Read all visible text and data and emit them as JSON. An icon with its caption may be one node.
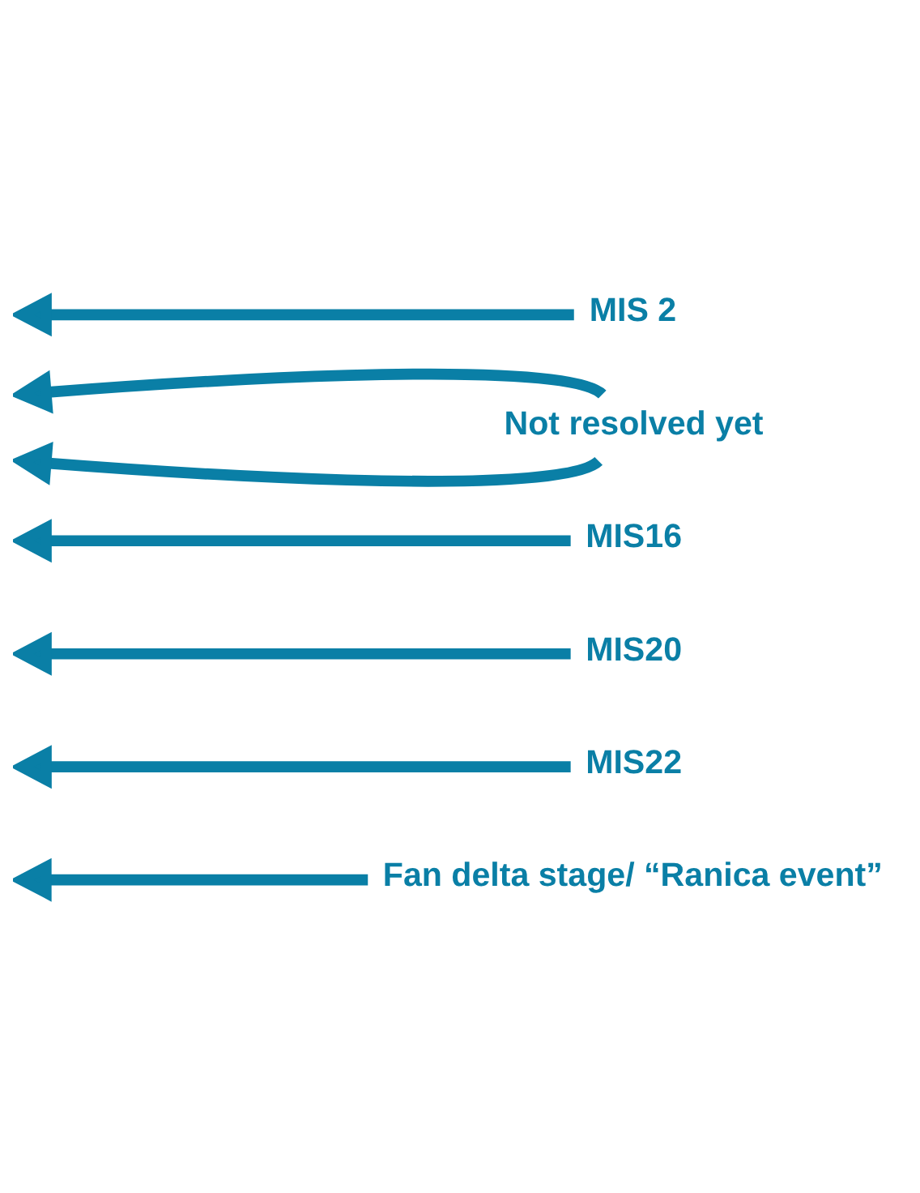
{
  "diagram": {
    "nodes": [
      {
        "text": [
          "MIS 2"
        ]
      },
      {
        "text": [
          "Not resolved yet"
        ]
      },
      {
        "text": [
          "MIS16"
        ]
      },
      {
        "text": [
          "MIS20"
        ]
      },
      {
        "text": [
          "MIS22"
        ]
      },
      {
        "text": [
          "Fan delta stage/ “Ranica event”"
        ]
      }
    ],
    "edges": [
      {
        "from": 0,
        "to": null,
        "arrow": "to"
      },
      {
        "from": 1,
        "to": null,
        "arrow": "to"
      },
      {
        "from": 1,
        "to": null,
        "arrow": "to"
      },
      {
        "from": 2,
        "to": null,
        "arrow": "to"
      },
      {
        "from": 3,
        "to": null,
        "arrow": "to"
      },
      {
        "from": 4,
        "to": null,
        "arrow": "to"
      },
      {
        "from": 5,
        "to": null,
        "arrow": "to"
      }
    ]
  }
}
